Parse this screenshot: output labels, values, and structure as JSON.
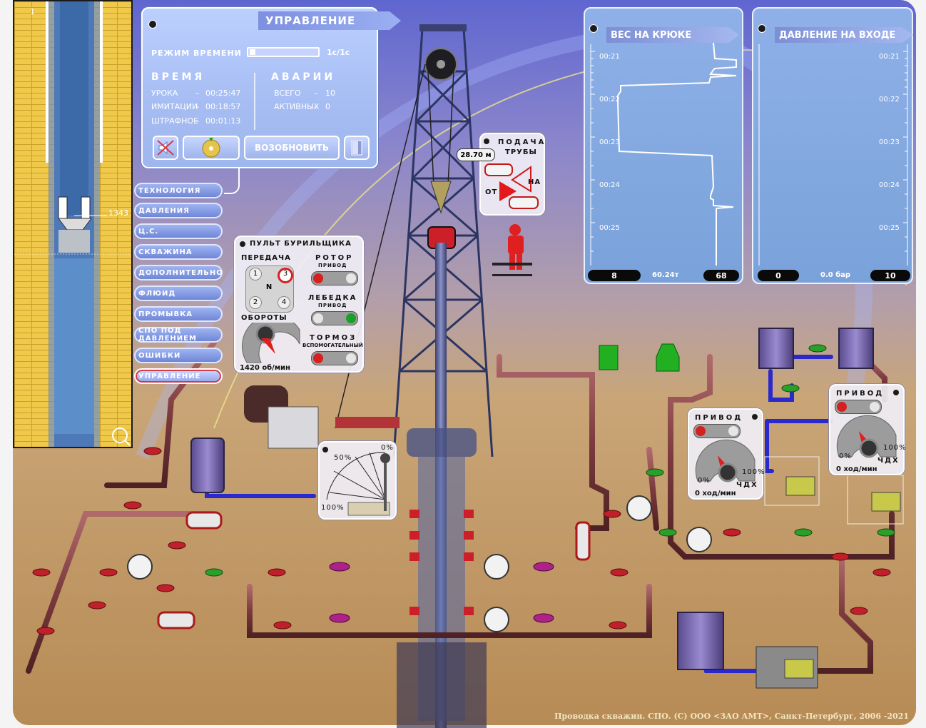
{
  "control_panel": {
    "title": "УПРАВЛЕНИЕ",
    "time_mode_label": "РЕЖИМ ВРЕМЕНИ",
    "time_mode_value": "1с/1с",
    "time_heading": "ВРЕМЯ",
    "accidents_heading": "АВАРИИ",
    "rows": [
      {
        "label": "УРОКА",
        "value": "00:25:47"
      },
      {
        "label": "ИМИТАЦИИ",
        "value": "00:18:57"
      },
      {
        "label": "ШТРАФНОЕ",
        "value": "00:01:13"
      }
    ],
    "acc_rows": [
      {
        "label": "ВСЕГО",
        "value": "10"
      },
      {
        "label": "АКТИВНЫХ",
        "value": "0"
      }
    ],
    "resume_label": "ВОЗОБНОВИТЬ"
  },
  "menu": [
    "ТЕХНОЛОГИЯ",
    "ДАВЛЕНИЯ",
    "Ц.С.",
    "СКВАЖИНА",
    "ДОПОЛНИТЕЛЬНО",
    "ФЛЮИД",
    "ПРОМЫВКА",
    "СПО ПОД ДАВЛЕНИЕМ",
    "ОШИБКИ",
    "УПРАВЛЕНИЕ"
  ],
  "well": {
    "top_value": "1",
    "depth_label": "1343"
  },
  "hook_weight": {
    "title": "ВЕС НА КРЮКЕ",
    "ticks": [
      "00:21",
      "00:22",
      "00:23",
      "00:24",
      "00:25"
    ],
    "min": "8",
    "current": "60.24т",
    "max": "68"
  },
  "inlet_pressure": {
    "title": "ДАВЛЕНИЕ НА ВХОДЕ",
    "ticks": [
      "00:21",
      "00:22",
      "00:23",
      "00:24",
      "00:25"
    ],
    "min": "0",
    "current": "0.0 бар",
    "max": "10"
  },
  "pipe_feed": {
    "title_1": "ПОДАЧА",
    "title_2": "ТРУБЫ",
    "from": "ОТ",
    "to": "НА"
  },
  "depth_readout": "28.70 м",
  "driller_console": {
    "title": "ПУЛЬТ БУРИЛЬЩИКА",
    "gear_label": "ПЕРЕДАЧА",
    "gears": [
      "1",
      "3",
      "N",
      "2",
      "4"
    ],
    "rotor_label": "РОТОР",
    "rotor_sub": "ПРИВОД",
    "winch_label": "ЛЕБЕДКА",
    "winch_sub": "ПРИВОД",
    "rpm_label": "ОБОРОТЫ",
    "brake_label": "ТОРМОЗ",
    "brake_sub": "ВСПОМОГАТЕЛЬНЫЙ",
    "rpm_value": "1420 об/мин"
  },
  "brake_gauge": {
    "p50": "50%",
    "p0": "0%",
    "p100": "100%"
  },
  "pump1": {
    "title": "ПРИВОД",
    "min": "0%",
    "max": "100%",
    "value": "0 ход/мин",
    "name": "ЧДХ"
  },
  "pump2": {
    "title": "ПРИВОД",
    "min": "0%",
    "max": "100%",
    "value": "0 ход/мин",
    "name": "ЧДХ"
  },
  "footer": "Проводка скважин. СПО. (С) ООО <ЗАО АМТ>, Санкт-Петербург, 2006 -2021",
  "colors": {
    "accent": "#7c8fd4",
    "panel": "#a6bdf3",
    "pipe": "#7a3b3e",
    "valve": "#c0202a",
    "valve_green": "#2aa02a",
    "valve_magenta": "#b0208a"
  }
}
